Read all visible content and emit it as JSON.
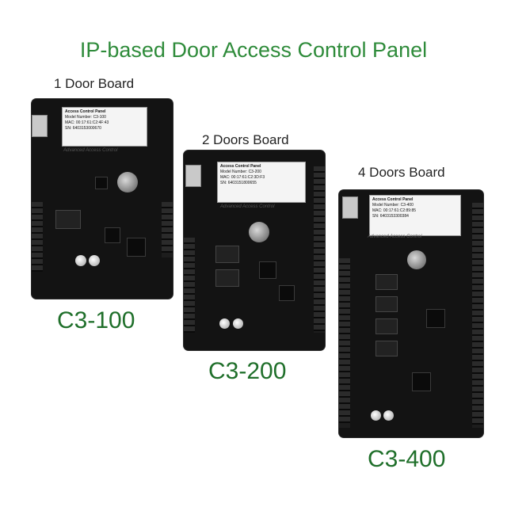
{
  "title": "IP-based Door Access Control Panel",
  "boards": [
    {
      "caption": "1 Door Board",
      "model": "C3-100",
      "label_title": "Access Control Panel",
      "label_lines": [
        "Model Number: C3-100",
        "MAC: 00:17:61:C2:4F:43",
        "SN: 6403153000670"
      ],
      "silk": "Advanced Access Control"
    },
    {
      "caption": "2 Doors Board",
      "model": "C3-200",
      "label_title": "Access Control Panel",
      "label_lines": [
        "Model Number: C3-200",
        "MAC: 00:17:61:C2:3D:F3",
        "SN: 6403151800655"
      ],
      "silk": "Advanced Access Control"
    },
    {
      "caption": "4 Doors Board",
      "model": "C3-400",
      "label_title": "Access Control Panel",
      "label_lines": [
        "Model Number: C3-400",
        "MAC: 00:17:61:C2:89:85",
        "SN: 6403153300384"
      ],
      "silk": "Advanced Access Control"
    }
  ]
}
